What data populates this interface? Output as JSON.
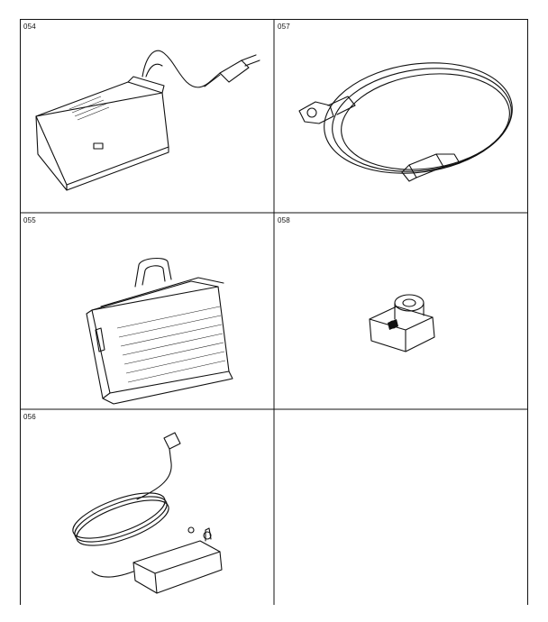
{
  "figures": [
    {
      "id": "054",
      "label": "054",
      "icon": "ac-adaptor-icon"
    },
    {
      "id": "057",
      "label": "057",
      "icon": "coiled-cable-icon"
    },
    {
      "id": "055",
      "label": "055",
      "icon": "carrying-case-icon"
    },
    {
      "id": "058",
      "label": "058",
      "icon": "antenna-adaptor-icon"
    },
    {
      "id": "056",
      "label": "056",
      "icon": "rf-modulator-icon"
    }
  ]
}
